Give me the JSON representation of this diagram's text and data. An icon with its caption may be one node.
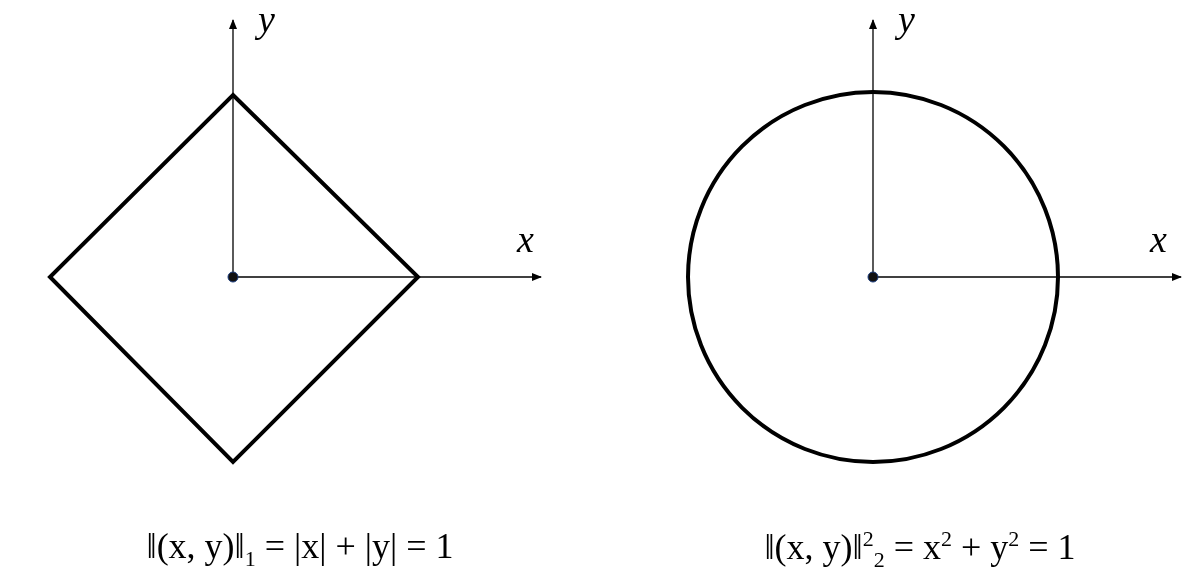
{
  "diagram": {
    "labels": [
      "y",
      "x",
      "y",
      "x",
      "‖(x, y)‖$_{1}$ = |x| + |y| = 1",
      "‖(x, y)‖$^{2}$$_{2}$ = x$^{2}$ + y$^{2}$ = 1"
    ]
  }
}
